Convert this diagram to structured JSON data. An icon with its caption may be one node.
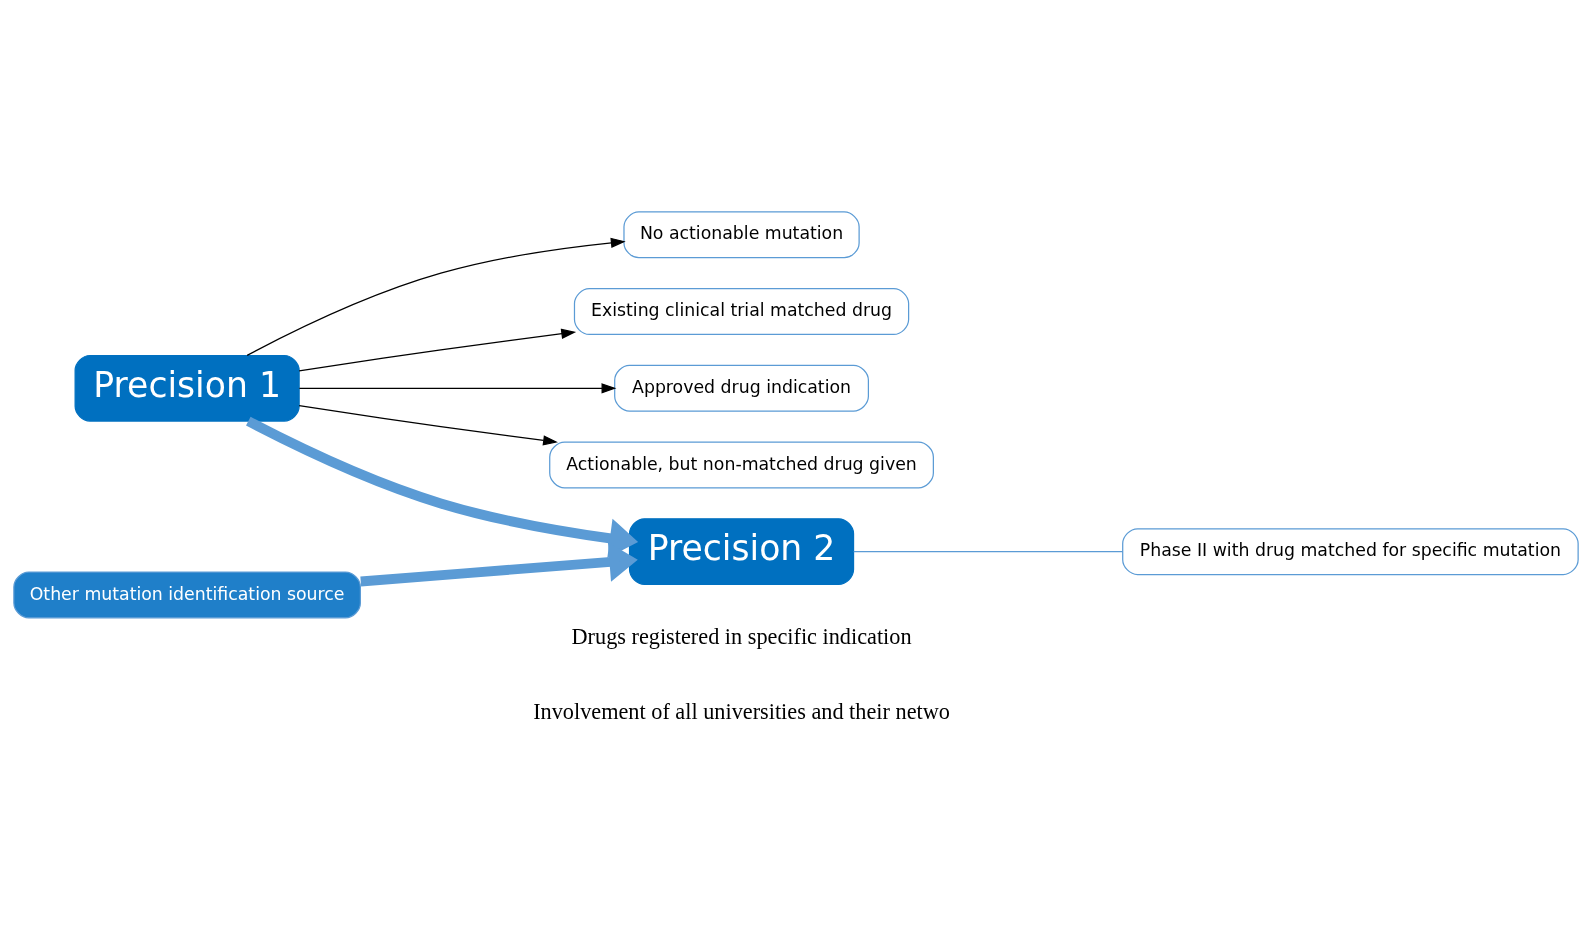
{
  "diagram": {
    "nodes": [
      {
        "text": [
          "Precision 1"
        ]
      },
      {
        "text": [
          "No actionable mutation"
        ]
      },
      {
        "text": [
          "Existing clinical trial matched drug"
        ]
      },
      {
        "text": [
          "Approved drug indication"
        ]
      },
      {
        "text": [
          "Actionable, but non-matched drug given"
        ]
      },
      {
        "text": [
          "Precision 2"
        ]
      },
      {
        "text": [
          "Phase II with drug matched for specific mutation"
        ]
      },
      {
        "text": [
          "Other mutation identification source"
        ]
      }
    ],
    "edges": [
      {
        "from": 0,
        "to": 1,
        "arrow": "to"
      },
      {
        "from": 0,
        "to": 2,
        "arrow": "to"
      },
      {
        "from": 0,
        "to": 3,
        "arrow": "to"
      },
      {
        "from": 0,
        "to": 4,
        "arrow": "to"
      },
      {
        "from": 0,
        "to": 5,
        "arrow": "to",
        "style": "thick",
        "color": "#5b9bd5"
      },
      {
        "from": 7,
        "to": 5,
        "arrow": "to",
        "style": "thick",
        "color": "#5b9bd5"
      },
      {
        "from": 5,
        "to": 6,
        "arrow": "none",
        "color": "#5b9bd5"
      }
    ],
    "labels": [
      "Drugs registered in specific indication",
      "Involvement of all universities and their netwo"
    ]
  }
}
